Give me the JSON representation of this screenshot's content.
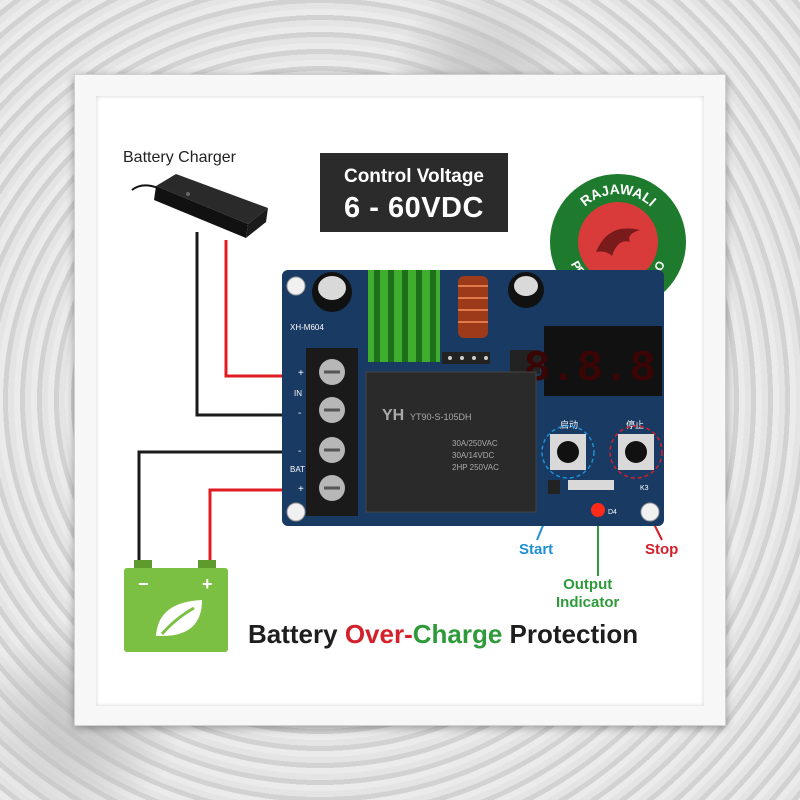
{
  "image": {
    "charger_label": "Battery Charger",
    "voltage": {
      "line1": "Control Voltage",
      "line2": "6 - 60VDC"
    },
    "title": {
      "part1": "Battery ",
      "part2": "Over-",
      "part3": "Charge",
      "part4": " Protection"
    },
    "labels": {
      "start": "Start",
      "stop": "Stop",
      "output_line1": "Output",
      "output_line2": "Indicator"
    },
    "logo": {
      "top_text": "RAJAWALI",
      "bottom_text": "PEDARINGAN SOLO"
    },
    "board": {
      "silk_model": "XH-M604",
      "relay_brand": "YH",
      "relay_model": "YT90-S-105DH",
      "relay_rating_1": "30A/250VAC",
      "relay_rating_2": "30A/14VDC",
      "relay_rating_3": "2HP 250VAC",
      "display_text": "8.8.8.",
      "start_silk": "启动",
      "stop_silk": "停止",
      "terminal_in_plus": "+",
      "terminal_in_label": "IN",
      "terminal_in_minus": "-",
      "terminal_bat_plus": "+",
      "terminal_bat_label": "BAT",
      "terminal_bat_minus": "-",
      "led_label": "D4",
      "key_label": "K3"
    },
    "battery": {
      "minus": "−",
      "plus": "+"
    },
    "colors": {
      "wire_red": "#e11b22",
      "wire_black": "#1a1a1a",
      "wire_green": "#2e9a3a",
      "wire_blue": "#1f8fd6",
      "pcb_blue": "#183a63",
      "battery_green": "#7cc043",
      "logo_green": "#1e7b2e",
      "logo_red": "#d93a3a"
    }
  }
}
